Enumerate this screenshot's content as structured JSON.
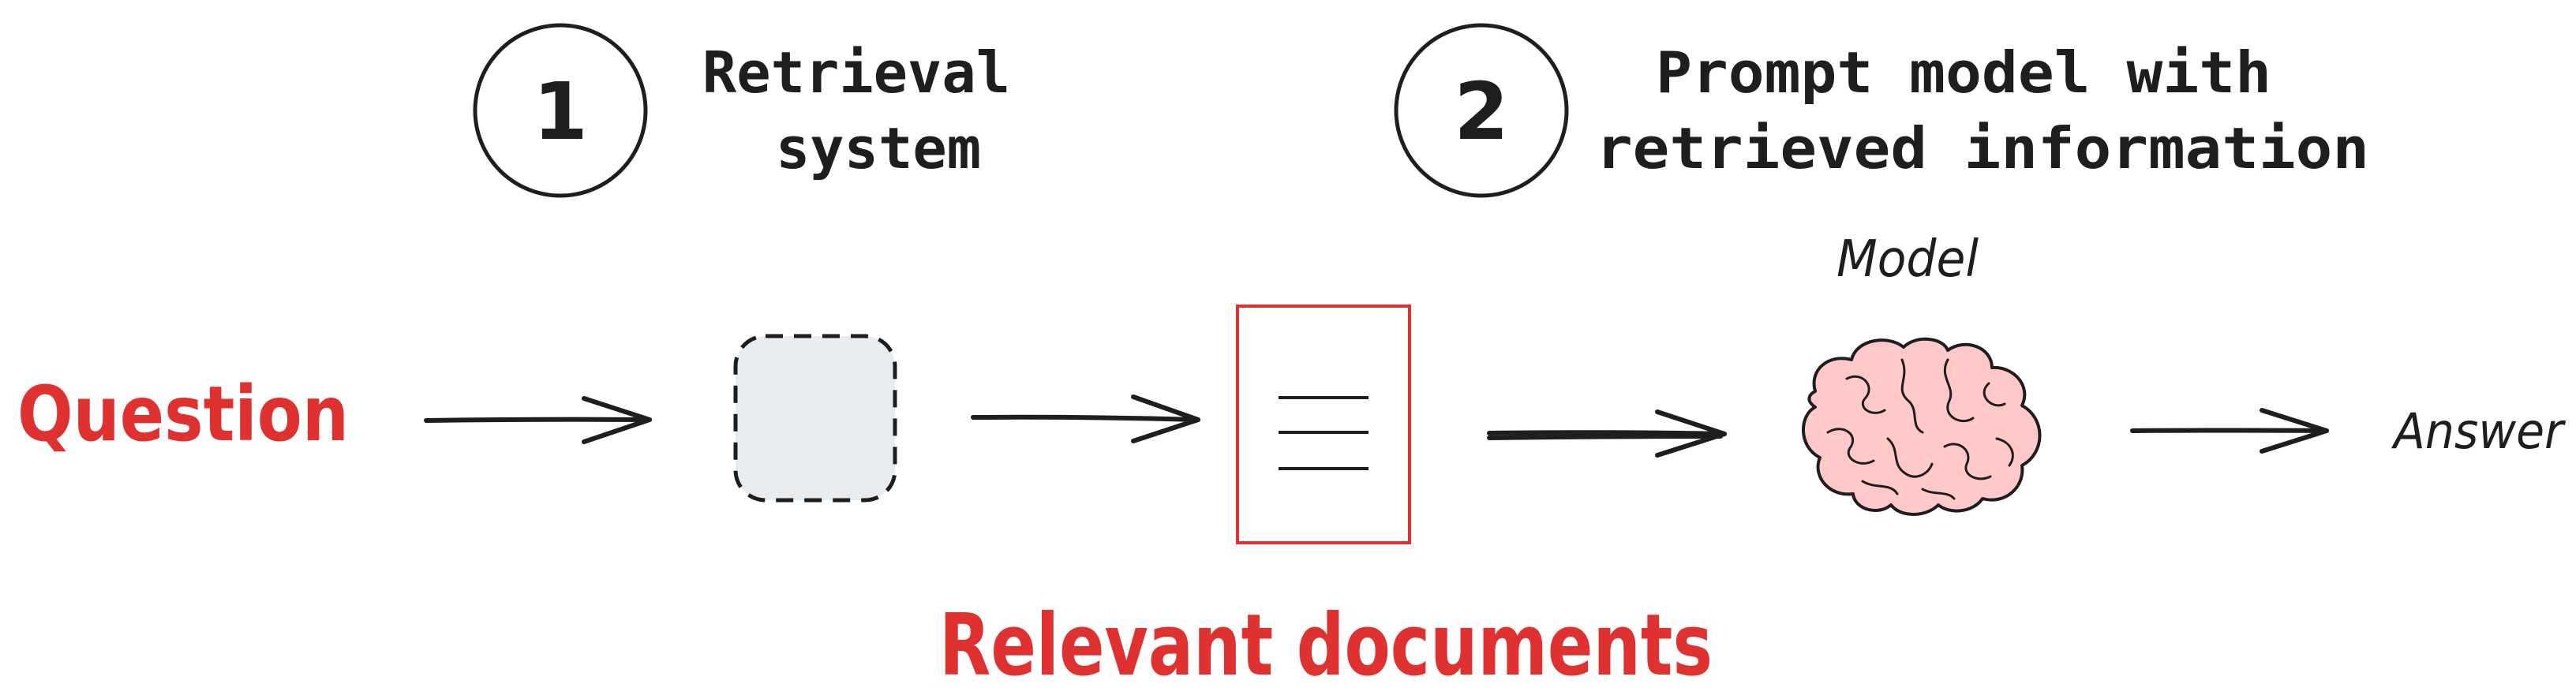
{
  "steps": [
    {
      "number": "1",
      "title_line1": "Retrieval",
      "title_line2": "system"
    },
    {
      "number": "2",
      "title_line1": "Prompt model with",
      "title_line2": "retrieved information"
    }
  ],
  "labels": {
    "question": "Question",
    "model": "Model",
    "answer": "Answer",
    "relevant_documents": "Relevant documents"
  },
  "colors": {
    "accent_red": "#e03131",
    "ink": "#1e1e1e",
    "retrieval_box_fill": "#e9ecef",
    "brain_fill": "#ffc9c9"
  },
  "icons": [
    "step-1-circle",
    "step-2-circle",
    "retrieval-system-box",
    "document-icon",
    "brain-icon"
  ]
}
